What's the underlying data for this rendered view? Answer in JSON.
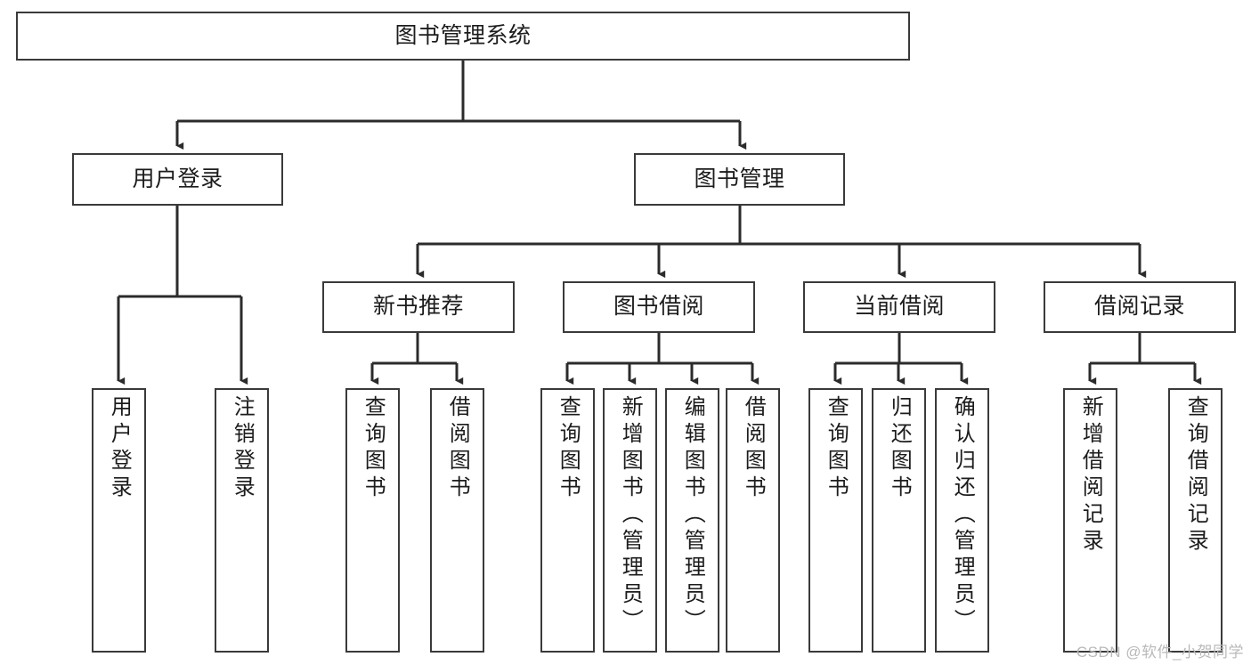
{
  "diagram": {
    "type": "tree-hierarchy",
    "title": "图书管理系统",
    "watermark": "CSDN @软件_小贺同学",
    "colors": {
      "box_border": "#3a3a3a",
      "box_fill": "#ffffff",
      "connector": "#2b2b2b",
      "text": "#1c1c1c",
      "watermark": "#b9b9b9"
    },
    "levels": {
      "level1": {
        "label": "图书管理系统"
      },
      "level2": [
        {
          "label": "用户登录"
        },
        {
          "label": "图书管理"
        }
      ],
      "level3": [
        {
          "label": "新书推荐"
        },
        {
          "label": "图书借阅"
        },
        {
          "label": "当前借阅"
        },
        {
          "label": "借阅记录"
        }
      ]
    },
    "leaves": {
      "user_login": [
        {
          "label": "用户登录"
        },
        {
          "label": "注销登录"
        }
      ],
      "new_book_recommend": [
        {
          "label": "查询图书"
        },
        {
          "label": "借阅图书"
        }
      ],
      "book_borrow": [
        {
          "label": "查询图书"
        },
        {
          "label": "新增图书（管理员）"
        },
        {
          "label": "编辑图书（管理员）"
        },
        {
          "label": "借阅图书"
        }
      ],
      "current_borrow": [
        {
          "label": "查询图书"
        },
        {
          "label": "归还图书"
        },
        {
          "label": "确认归还（管理员）"
        }
      ],
      "borrow_record": [
        {
          "label": "新增借阅记录"
        },
        {
          "label": "查询借阅记录"
        }
      ]
    }
  }
}
